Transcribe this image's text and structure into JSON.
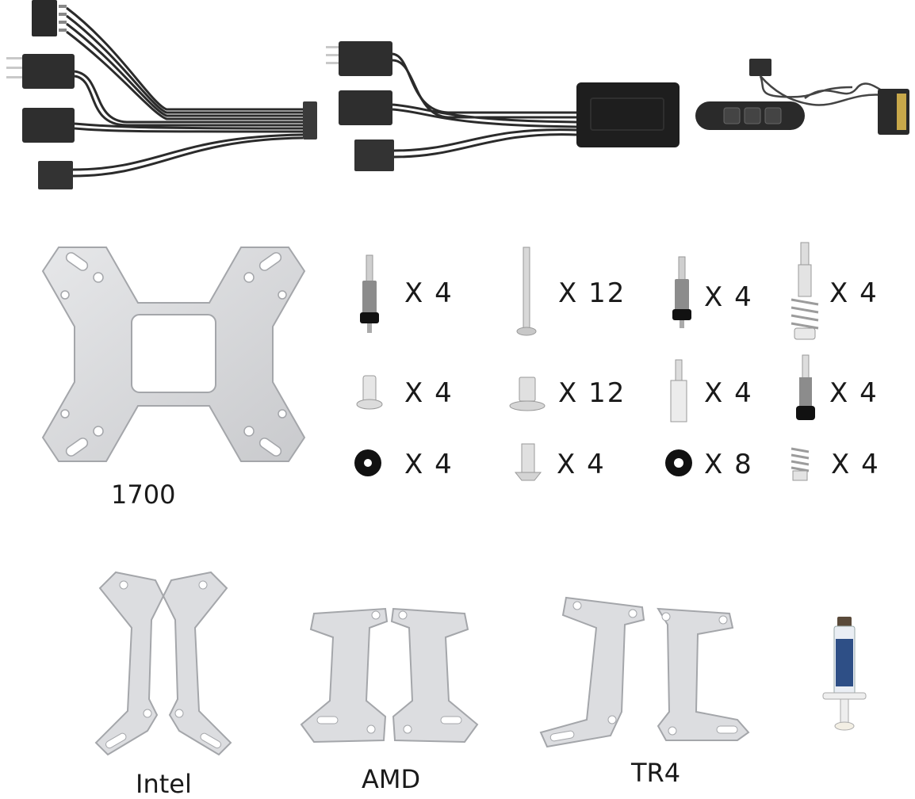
{
  "labels": {
    "bracket_1700": "1700",
    "intel": "Intel",
    "amd": "AMD",
    "tr4": "TR4"
  },
  "hardware_quantities": {
    "r1c1": "X 4",
    "r1c2": "X 12",
    "r1c3": "X 4",
    "r1c4": "X 4",
    "r2c1": "X 4",
    "r2c2": "X 12",
    "r2c3": "X 4",
    "r2c4": "X 4",
    "r3c1": "X 4",
    "r3c2": "X 4",
    "r3c3": "X 8",
    "r3c4": "X 4"
  },
  "icons": {
    "argb_splitter_cable": "argb-splitter-cable-icon",
    "argb_controller_hub": "argb-controller-hub-icon",
    "rgb_controller_remote": "rgb-controller-remote-icon",
    "mounting_bracket_1700": "backplate-1700-icon",
    "intel_brackets": "intel-bracket-icon",
    "amd_brackets": "amd-bracket-icon",
    "tr4_brackets": "tr4-bracket-icon",
    "thermal_paste": "thermal-paste-syringe-icon"
  },
  "colors": {
    "metal": "#d9dadc",
    "metal_edge": "#9a9ca0",
    "cable": "#2b2b2b",
    "background": "#ffffff"
  }
}
